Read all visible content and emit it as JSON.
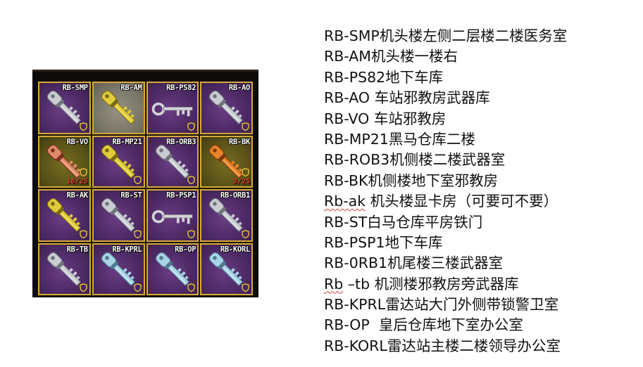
{
  "inventory": {
    "slots": [
      {
        "label": "RB-SMP",
        "key": "silver",
        "bg": "purple",
        "selected": true,
        "badge": "shield-icon"
      },
      {
        "label": "RB-AM",
        "key": "yellow",
        "bg": "gray",
        "selected": true,
        "badge": ""
      },
      {
        "label": "RB-PS82",
        "key": "long",
        "bg": "purple",
        "selected": true,
        "badge": "shield-icon"
      },
      {
        "label": "RB-AO",
        "key": "silver",
        "bg": "purple",
        "selected": true,
        "badge": "shield-icon"
      },
      {
        "label": "RB-VO",
        "key": "red",
        "bg": "olive",
        "selected": true,
        "badge": "shield-icon",
        "uses": "16/25"
      },
      {
        "label": "RB-MP21",
        "key": "yellow",
        "bg": "purple",
        "selected": true,
        "badge": "shield-icon"
      },
      {
        "label": "RB-ORB3",
        "key": "silver",
        "bg": "purple",
        "selected": true,
        "badge": "shield-icon"
      },
      {
        "label": "RB-BK",
        "key": "orange",
        "bg": "olive",
        "selected": true,
        "badge": "shield-icon",
        "uses": "3/25"
      },
      {
        "label": "RB-AK",
        "key": "yellow",
        "bg": "purple",
        "selected": true,
        "badge": "shield-icon"
      },
      {
        "label": "RB-ST",
        "key": "silver",
        "bg": "purple",
        "selected": true,
        "badge": "shield-icon"
      },
      {
        "label": "RB-PSP1",
        "key": "long",
        "bg": "purple",
        "selected": true,
        "badge": "shield-icon"
      },
      {
        "label": "RB-ORB1",
        "key": "silver",
        "bg": "purple",
        "selected": true,
        "badge": "shield-icon"
      },
      {
        "label": "RB-TB",
        "key": "silver",
        "bg": "purple",
        "selected": true,
        "badge": "shield-icon"
      },
      {
        "label": "RB-KPRL",
        "key": "blue",
        "bg": "purple",
        "selected": true,
        "badge": "shield-icon"
      },
      {
        "label": "RB-OP",
        "key": "blue",
        "bg": "purple",
        "selected": true,
        "badge": "shield-icon"
      },
      {
        "label": "RB-KORL",
        "key": "blue",
        "bg": "purple",
        "selected": true,
        "badge": "shield-icon"
      }
    ]
  },
  "notes": [
    {
      "code": "RB-SMP",
      "text": "机头楼左侧二层楼二楼医务室"
    },
    {
      "code": "RB-AM",
      "text": "机头楼一楼右"
    },
    {
      "code": "RB-PS82",
      "text": "地下车库"
    },
    {
      "code": "RB-AO",
      "text": " 车站邪教房武器库"
    },
    {
      "code": "RB-VO",
      "text": " 车站邪教房"
    },
    {
      "code": "RB-MP21",
      "text": "黑马仓库二楼"
    },
    {
      "code": "RB-ROB3",
      "text": "机侧楼二楼武器室"
    },
    {
      "code": "RB-BK",
      "text": "机侧楼地下室邪教房"
    },
    {
      "code": "Rb-ak",
      "text": " 机头楼显卡房（可要可不要）",
      "squiggle": true
    },
    {
      "code": "RB-ST",
      "text": "白马仓库平房铁门"
    },
    {
      "code": "RB-PSP1",
      "text": "地下车库"
    },
    {
      "code": "RB-0RB1",
      "text": "机尾楼三楼武器室"
    },
    {
      "code": "Rb",
      "text": " –tb 机测楼邪教房旁武器库",
      "squiggle": true
    },
    {
      "code": "RB-KPRL",
      "text": "雷达站大门外侧带锁警卫室"
    },
    {
      "code": "RB-OP",
      "text": "  皇后仓库地下室办公室"
    },
    {
      "code": "RB-KORL",
      "text": "雷达站主楼二楼领导办公室"
    }
  ],
  "colors": {
    "slot_purple": "#4e2a66",
    "slot_gray": "#7b7869",
    "slot_olive": "#5a5218",
    "selection_border": "#d9a936",
    "uses_red": "#e23a2e",
    "badge_yellow": "#e7c23a"
  }
}
